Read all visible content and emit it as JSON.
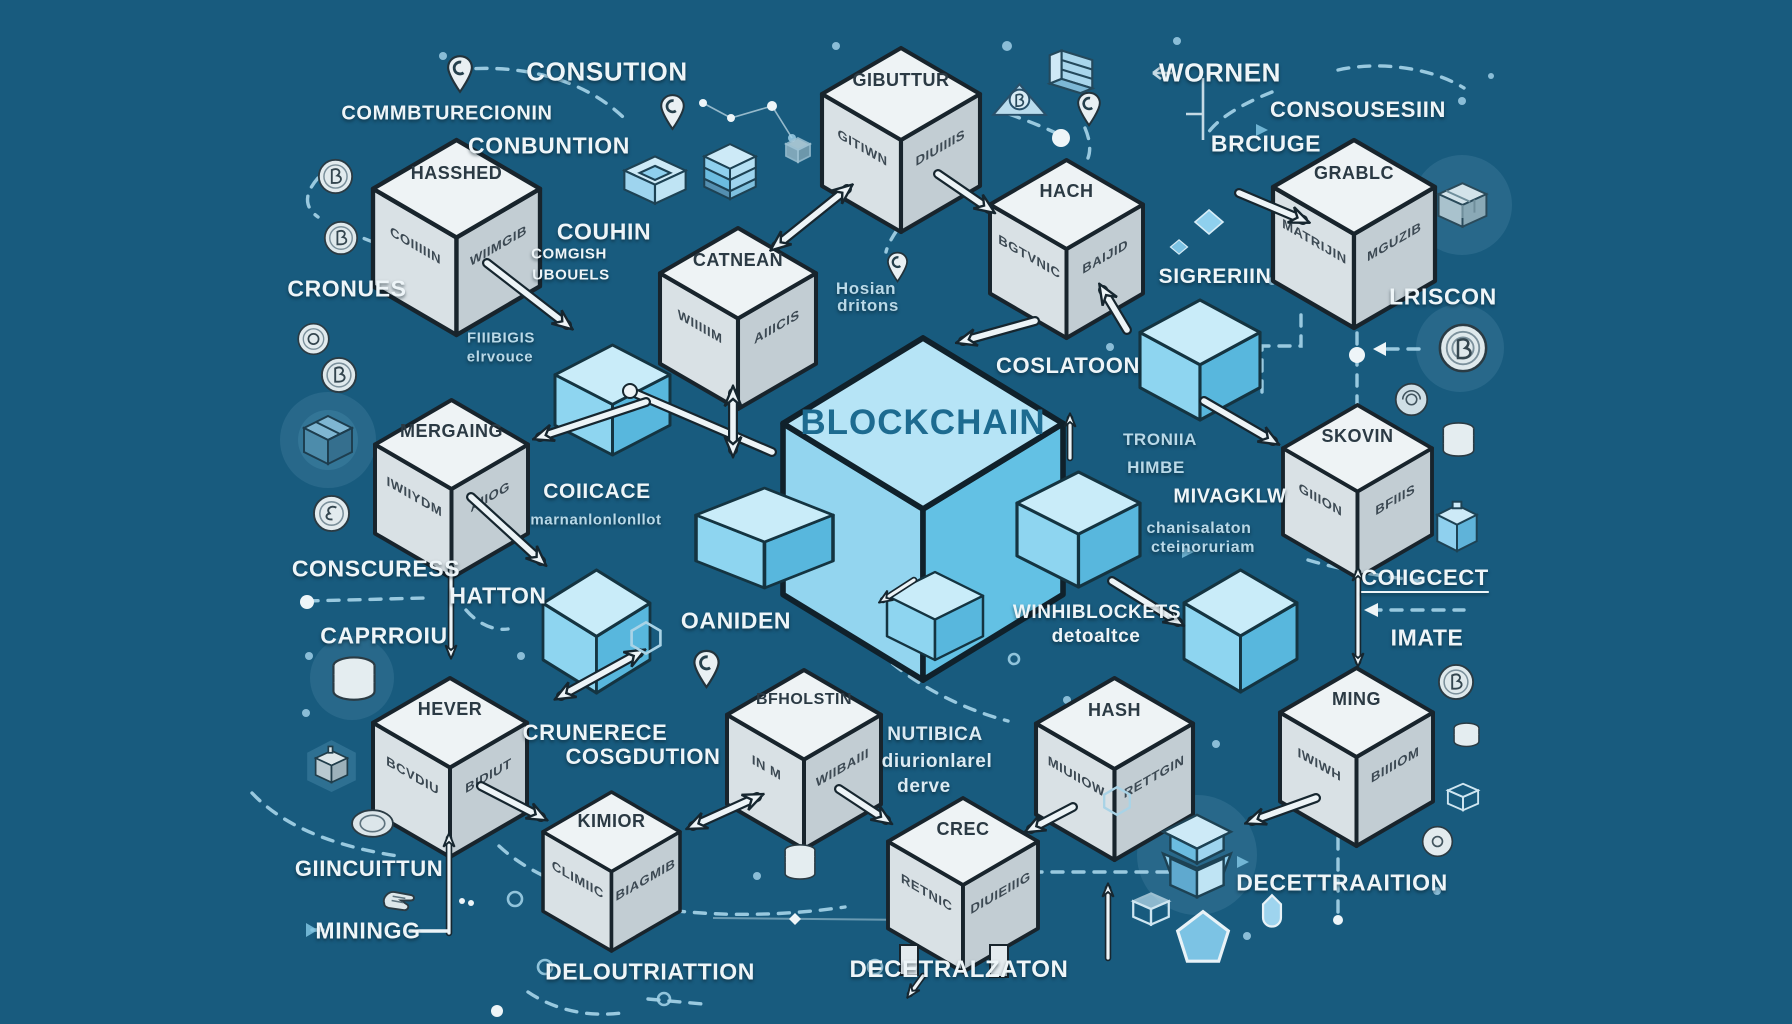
{
  "background_color": "#185b7e",
  "colors": {
    "background": "#185b7e",
    "cube_white_top": "#eef3f5",
    "cube_white_left": "#d9e1e5",
    "cube_white_right": "#c2cdd3",
    "cube_blue_top": "#c9ecf9",
    "cube_blue_left": "#8ed5f0",
    "cube_blue_right": "#58b7dd",
    "big_cube_top": "#b6e4f6",
    "big_cube_text": "#1d6b90",
    "label_text": "#eef5f8",
    "dim_label_text": "#b9d9e8",
    "arrow_fill": "#edf4f7",
    "outline": "#16262f"
  },
  "cubes": [
    {
      "id": "blockchain",
      "top": "BLOCKCHAIN",
      "left": "",
      "right": ""
    },
    {
      "id": "hashed",
      "top": "HASSHED",
      "left": "COIIIIIN",
      "right": "WIIMGIB"
    },
    {
      "id": "cathean",
      "top": "CATNEAN",
      "left": "WIIIIIM",
      "right": "AIIICIS"
    },
    {
      "id": "gibuttur",
      "top": "GIBUTTUR",
      "left": "GITIWN",
      "right": "DIUIIIIS"
    },
    {
      "id": "hach",
      "top": "HACH",
      "left": "BGTVNIC",
      "right": "BAIJID"
    },
    {
      "id": "grablc",
      "top": "GRABLC",
      "left": "MATRIJIN",
      "right": "MGUZIB"
    },
    {
      "id": "merging",
      "top": "MERGAING",
      "left": "IWIIYDM",
      "right": "AIIOG"
    },
    {
      "id": "skovin",
      "top": "SKOVIN",
      "left": "GIIION",
      "right": "BFIIIS"
    },
    {
      "id": "hever",
      "top": "HEVER",
      "left": "BCVDIU",
      "right": "BIDIUT"
    },
    {
      "id": "kimior",
      "top": "KIMIOR",
      "left": "CLIMIIC",
      "right": "BIAGMIB"
    },
    {
      "id": "bholstin",
      "top": "BFHOLSTIN",
      "left": "IN M",
      "right": "WIIBAIII"
    },
    {
      "id": "hash",
      "top": "HASH",
      "left": "MIUIIOW",
      "right": "RETTGIN"
    },
    {
      "id": "ming",
      "top": "MING",
      "left": "IWIWH",
      "right": "BIIIIOM"
    },
    {
      "id": "crec",
      "top": "CREC",
      "left": "RETNIC",
      "right": "DIUIEIIIG"
    }
  ],
  "labels": [
    {
      "id": "consution",
      "text": "CONSUTION"
    },
    {
      "id": "computurecionin",
      "text": "COMMBTURECIONIN"
    },
    {
      "id": "conbuntion",
      "text": "CONBUNTION"
    },
    {
      "id": "cronues",
      "text": "CRONUES"
    },
    {
      "id": "couhin",
      "text": "COUHIN"
    },
    {
      "id": "comgish",
      "text": "COMGISH"
    },
    {
      "id": "ubouels",
      "text": "UBOUELS"
    },
    {
      "id": "fiibigis",
      "text": "FIIIBIGIS"
    },
    {
      "id": "elrvouce",
      "text": "elrvouce"
    },
    {
      "id": "hosian",
      "text": "Hosian"
    },
    {
      "id": "dritons",
      "text": "dritons"
    },
    {
      "id": "wornen",
      "text": "WORNEN"
    },
    {
      "id": "consousesin",
      "text": "CONSOUSESIIN"
    },
    {
      "id": "brciuge",
      "text": "BRCIUGE"
    },
    {
      "id": "sigrerin",
      "text": "SIGRERIIN"
    },
    {
      "id": "lriscon",
      "text": "LRISCON"
    },
    {
      "id": "coslatoon",
      "text": "COSLATOON"
    },
    {
      "id": "tronia",
      "text": "TRONIIA"
    },
    {
      "id": "himbe",
      "text": "HIMBE"
    },
    {
      "id": "mivagklw",
      "text": "MIVAGKLW"
    },
    {
      "id": "chanisalaton",
      "text": "chanisalaton"
    },
    {
      "id": "cteinoruriam",
      "text": "cteinoruriam"
    },
    {
      "id": "coiicace",
      "text": "COIICACE"
    },
    {
      "id": "marnanlon",
      "text": "marnanlonlonllot"
    },
    {
      "id": "conscuress",
      "text": "CONSCURESS"
    },
    {
      "id": "hatton",
      "text": "HATTON"
    },
    {
      "id": "caprroiu",
      "text": "CAPRROIU"
    },
    {
      "id": "crunerece",
      "text": "CRUNERECE"
    },
    {
      "id": "cosgdution",
      "text": "COSGDUTION"
    },
    {
      "id": "oaniden",
      "text": "OANIDEN"
    },
    {
      "id": "nutibica",
      "text": "NUTIBICA"
    },
    {
      "id": "diurionlarel",
      "text": "diurionlarel"
    },
    {
      "id": "derve",
      "text": "derve"
    },
    {
      "id": "winhiblockets",
      "text": "WINHIBLOCKETS"
    },
    {
      "id": "detoaltce",
      "text": "detoaltce"
    },
    {
      "id": "coiigcect",
      "text": "COIIGCECT"
    },
    {
      "id": "imate",
      "text": "IMATE"
    },
    {
      "id": "giincuittun",
      "text": "GIINCUITTUN"
    },
    {
      "id": "miningg",
      "text": "MININGG"
    },
    {
      "id": "deloutriattion",
      "text": "DELOUTRIATTION"
    },
    {
      "id": "decetralzaton",
      "text": "DECETRALZATON"
    },
    {
      "id": "decettraaition",
      "text": "DECETTRAAITION"
    }
  ],
  "icons": [
    {
      "id": "pin-top-left",
      "type": "location-pin-icon"
    },
    {
      "id": "pin-mid-top",
      "type": "location-pin-icon"
    },
    {
      "id": "pin-hach",
      "type": "location-pin-icon"
    },
    {
      "id": "pin-hosian",
      "type": "location-pin-icon"
    },
    {
      "id": "pin-oaniden",
      "type": "location-pin-icon"
    },
    {
      "id": "coin-1",
      "type": "coin-icon"
    },
    {
      "id": "coin-2",
      "type": "coin-icon"
    },
    {
      "id": "coin-3",
      "type": "coin-icon"
    },
    {
      "id": "coin-4",
      "type": "coin-icon"
    },
    {
      "id": "coin-5",
      "type": "coin-icon"
    },
    {
      "id": "coin-big-right",
      "type": "coin-icon"
    },
    {
      "id": "coin-spiral-right",
      "type": "coin-icon"
    },
    {
      "id": "coin-right-low",
      "type": "coin-icon"
    },
    {
      "id": "coin-bottom-right",
      "type": "coin-icon"
    },
    {
      "id": "coin-shells-left",
      "type": "coin-stack-icon"
    },
    {
      "id": "coin-stack-right",
      "type": "coin-stack-icon"
    },
    {
      "id": "coin-stack-center",
      "type": "coin-stack-icon"
    },
    {
      "id": "coin-stack-right-low",
      "type": "coin-stack-icon"
    },
    {
      "id": "dark-cube-circle",
      "type": "cube-icon"
    },
    {
      "id": "gift-box-hex",
      "type": "box-icon"
    },
    {
      "id": "rosette-coin",
      "type": "coin-icon"
    },
    {
      "id": "hand",
      "type": "hand-icon"
    },
    {
      "id": "flat-box",
      "type": "box-icon"
    },
    {
      "id": "layer-box",
      "type": "box-icon"
    },
    {
      "id": "server-stack",
      "type": "server-icon"
    },
    {
      "id": "pyramid-g",
      "type": "pyramid-icon"
    },
    {
      "id": "cube-top-right",
      "type": "cube-icon"
    },
    {
      "id": "ice-box-right",
      "type": "cube-icon"
    },
    {
      "id": "stacked-cubes-bottom",
      "type": "cube-stack-icon"
    },
    {
      "id": "wire-cube-bottom",
      "type": "cube-icon"
    },
    {
      "id": "pentagon-bottom",
      "type": "pentagon-icon"
    },
    {
      "id": "flask-pin-bottom",
      "type": "pin-icon"
    },
    {
      "id": "wire-cube-right",
      "type": "cube-icon"
    },
    {
      "id": "hex-outline-1",
      "type": "hexagon-icon"
    },
    {
      "id": "hex-outline-2",
      "type": "hexagon-icon"
    },
    {
      "id": "cube-glyph-top",
      "type": "cube-icon"
    },
    {
      "id": "gem-diamond-1",
      "type": "gem-icon"
    },
    {
      "id": "gem-diamond-2",
      "type": "gem-icon"
    }
  ]
}
